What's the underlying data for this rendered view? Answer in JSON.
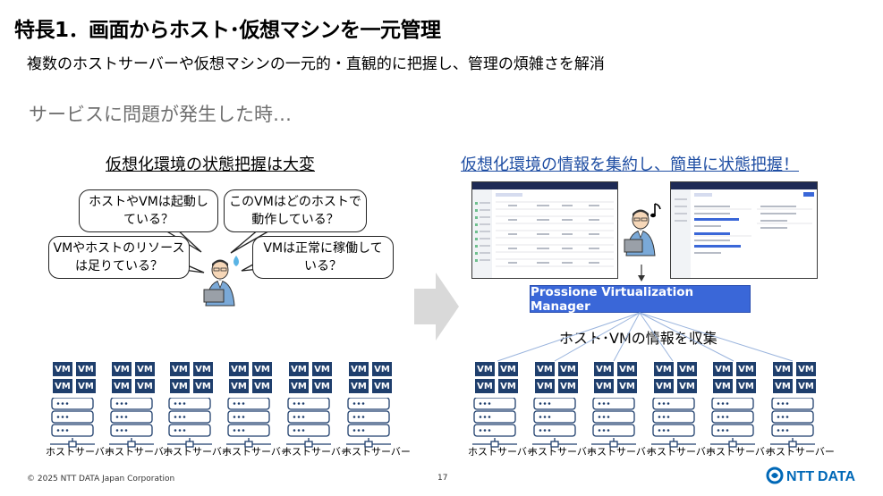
{
  "slide": {
    "title": "特長1．画面からホスト･仮想マシンを一元管理",
    "subtitle": "複数のホストサーバーや仮想マシンの一元的・直観的に把握し、管理の煩雑さを解消",
    "trigger_text": "サービスに問題が発生した時…",
    "left_heading": "仮想化環境の状態把握は大変",
    "right_heading": "仮想化環境の情報を集約し、簡単に状態把握！",
    "bubbles": [
      {
        "line1": "ホストやVMは起動し",
        "line2": "ている？"
      },
      {
        "line1": "このVMはどのホストで",
        "line2": "動作している？"
      },
      {
        "line1": "VMやホストのリソース",
        "line2": "は足りている？"
      },
      {
        "line1": "VMは正常に稼働して",
        "line2": "いる？"
      }
    ],
    "vm_label": "VM",
    "server_label": "ホストサーバー",
    "pvm_label": "Prossione Virtualization Manager",
    "collect_label": "ホスト･VMの情報を収集",
    "copyright": "© 2025 NTT DATA Japan Corporation",
    "page_number": "17",
    "logo_text": "NTTDATA"
  },
  "colors": {
    "accent_blue": "#1f4ea3",
    "vm_navy": "#1f3f6d",
    "pvm_blue": "#3a67d8",
    "logo_blue": "#0068b7"
  }
}
